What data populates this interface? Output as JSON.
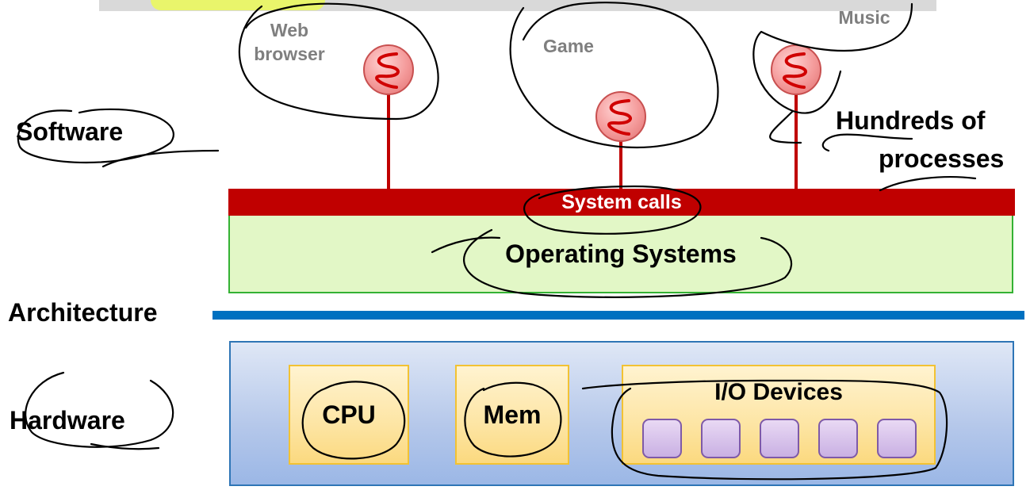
{
  "labels": {
    "software": "Software",
    "architecture": "Architecture",
    "hardware": "Hardware",
    "hundreds_line1": "Hundreds of",
    "hundreds_line2": "processes"
  },
  "processes": [
    {
      "line1": "Web",
      "line2": "browser"
    },
    {
      "line1": "Game",
      "line2": ""
    },
    {
      "line1": "Music",
      "line2": ""
    }
  ],
  "layers": {
    "system_calls": "System calls",
    "operating_systems": "Operating Systems"
  },
  "hardware": {
    "cpu": "CPU",
    "mem": "Mem",
    "io_devices": "I/O Devices",
    "io_device_count": 5
  },
  "colors": {
    "syscall_red": "#c00000",
    "os_green_fill": "#e2f7c6",
    "os_green_border": "#34b234",
    "arch_blue": "#0070c0",
    "hw_border": "#2e75b6",
    "chip_border": "#f2c233",
    "io_purple": "#7e5aa8",
    "process_ball": "#f49a9a",
    "highlight_yellow": "#e9f56b"
  },
  "icons": {
    "process": "process-thread-icon"
  }
}
